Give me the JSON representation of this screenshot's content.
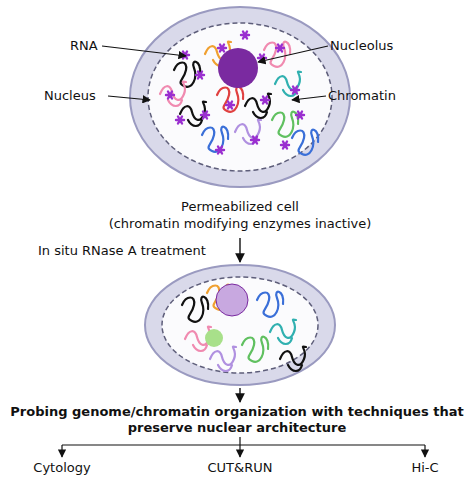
{
  "diagram": {
    "labels": [
      "RNA",
      "Nucleolus",
      "Nucleus",
      "Chromatin",
      "Permeabilized cell",
      "(chromatin modifying enzymes inactive)",
      "In situ RNase A treatment",
      "Probing genome/chromatin organization with techniques that preserve nuclear architecture",
      "Cytology",
      "CUT&RUN",
      "Hi-C"
    ]
  }
}
